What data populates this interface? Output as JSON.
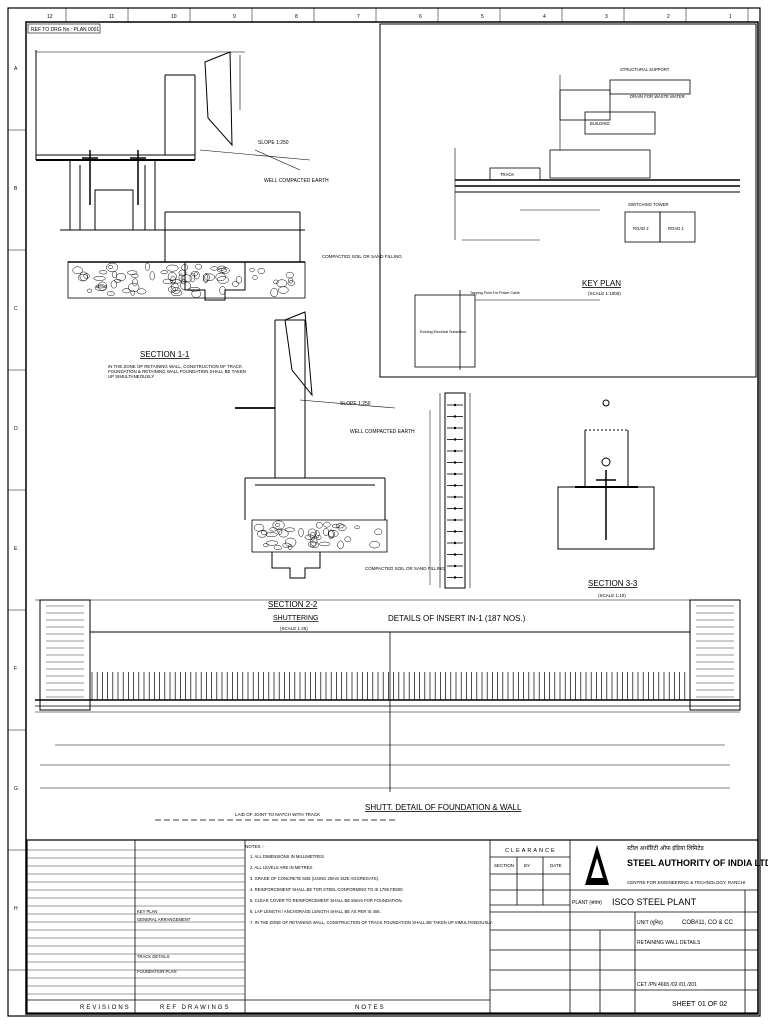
{
  "header": {
    "ref_note": "REF TO DRG No : PLAN 0001"
  },
  "sections": {
    "s11_title": "SECTION 1-1",
    "s11_note": "IN THE ZONE OF RETAINING WALL, CONSTRUCTION OF TRACK FOUNDATION & RETAINING WALL FOUNDATION SHALL BE TAKEN UP SIMULTANEOUSLY",
    "s22_title": "SECTION 2-2",
    "s22_sub": "SHUTTERING",
    "s22_scale": "(SCALE 1:25)",
    "insert_title": "DETAILS OF INSERT IN-1 (187 NOS.)",
    "s33_title": "SECTION 3-3",
    "s33_scale": "(SCALE 1:10)",
    "keyplan_title": "KEY PLAN",
    "keyplan_scale": "(SCALE 1:1000)",
    "shutt_title": "SHUTT. DETAIL OF FOUNDATION & WALL",
    "sliding_note": "SLOPE 1:250",
    "compacted_note": "WELL COMPACTED EARTH",
    "wall_note": "COMPACTED SOIL OR SAND FILLING",
    "jack_note": "LAID OF JOINT TO MATCH WITH TRACK"
  },
  "keyplan": {
    "labels": [
      "STRUCTURAL SUPPORT",
      "DRAIN FOR WASTE WATER",
      "SWITCHING TOWER",
      "ROAD 2",
      "ROAD 1",
      "TRACK",
      "BUILDING",
      "Existing Electrical Substation",
      "Tapping Point For Power Cable"
    ]
  },
  "title_block": {
    "company": "STEEL AUTHORITY OF INDIA LTD.",
    "company_hindi": "स्टील अथॉरिटी ऑफ इंडिया लिमिटेड",
    "centre": "CENTRE FOR ENGINEERING & TECHNOLOGY, RANCHI",
    "plant_label": "PLANT (संयंत्र)",
    "plant_name": "ISCO STEEL PLANT",
    "unit_label": "UNIT (यूनिट)",
    "unit_value": "COB#11, CO & CC",
    "sheet_label": "SHEET",
    "sheet_value": "01 OF 02",
    "drawing_title": "RETAINING WALL DETAILS",
    "drg_no": "CET /PN 4665 /02 /01 /201",
    "clearance": "CLEARANCE",
    "section_col": "SECTION",
    "by_col": "BY",
    "date_col": "DATE",
    "notes_header": "NOTES :-",
    "notes": [
      "1. ALL DIMENSIONS IN MILLIMETRES.",
      "2. ALL LEVELS ARE IN METRES.",
      "3. GRADE OF CONCRETE M25 (USING 20mm SIZE AGGREGATE).",
      "4. REINFORCEMENT SHALL BE TOR STEEL CONFORMING TO IS 1786 FE500.",
      "5. CLEAR COVER TO REINFORCEMENT SHALL BE 50mm FOR FOUNDATION.",
      "6. LAP LENGTH / ANCHORAGE LENGTH SHALL BE AS PER IS 456.",
      "7. IN THE ZONE OF RETAINING WALL, CONSTRUCTION OF TRACK FOUNDATION SHALL BE TAKEN UP SIMULTANEOUSLY."
    ],
    "revisions_label": "REVISIONS",
    "ref_drawings_label": "REF DRAWINGS",
    "notes_label": "NOTES",
    "ref_rows": [
      "KEY PLAN",
      "GENERAL ARRANGEMENT",
      "TRACK DETAILS",
      "FOUNDATION PLAN"
    ]
  },
  "margin": {
    "numbers": [
      "12",
      "11",
      "10",
      "9",
      "8",
      "7",
      "6",
      "5",
      "4",
      "3",
      "2",
      "1"
    ],
    "letters": [
      "A",
      "B",
      "C",
      "D",
      "E",
      "F",
      "G",
      "H"
    ]
  }
}
